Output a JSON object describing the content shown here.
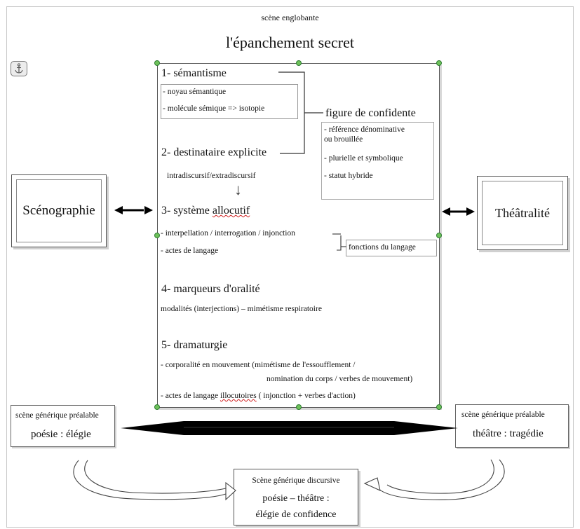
{
  "scene_englobante": "scène englobante",
  "title": "l'épanchement secret",
  "left_box": {
    "label": "Scénographie"
  },
  "right_box": {
    "label": "Théâtralité"
  },
  "sections": {
    "s1": {
      "heading": "1- sémantisme",
      "items": [
        "- noyau sémantique",
        "- molécule sémique => isotopie"
      ]
    },
    "confidente": {
      "heading": "figure de confidente",
      "items": [
        "- référence dénominative",
        "ou brouillée",
        "- plurielle et symbolique",
        "- statut hybride"
      ]
    },
    "s2": {
      "heading": "2- destinataire explicite",
      "sub": "intradiscursif/extradiscursif",
      "arrow": "↓"
    },
    "s3": {
      "heading_prefix": "3- système ",
      "heading_word": "allocutif",
      "items": [
        "- interpellation / interrogation / injonction",
        "- actes de langage"
      ],
      "fonctions": "fonctions du langage"
    },
    "s4": {
      "heading": "4- marqueurs d'oralité",
      "sub": "modalités (interjections) – mimétisme respiratoire"
    },
    "s5": {
      "heading": "5- dramaturgie",
      "line1": "- corporalité en mouvement (mimétisme de l'essoufflement /",
      "line2": "nomination du corps / verbes de mouvement)",
      "line3_prefix": "- actes de langage ",
      "line3_word": "illocutoires",
      "line3_suffix": " ( injonction + verbes d'action)"
    }
  },
  "prealable_left": {
    "label": "scène générique préalable",
    "value": "poésie :  élégie"
  },
  "prealable_right": {
    "label": "scène générique préalable",
    "value": "théâtre : tragédie"
  },
  "discursive": {
    "label": "Scène générique discursive",
    "line1": "poésie – théâtre :",
    "line2": "élégie de confidence"
  },
  "icons": {
    "anchor": "anchor-icon"
  },
  "colors": {
    "handle": "#6ec15a",
    "squiggle": "#d02020"
  }
}
